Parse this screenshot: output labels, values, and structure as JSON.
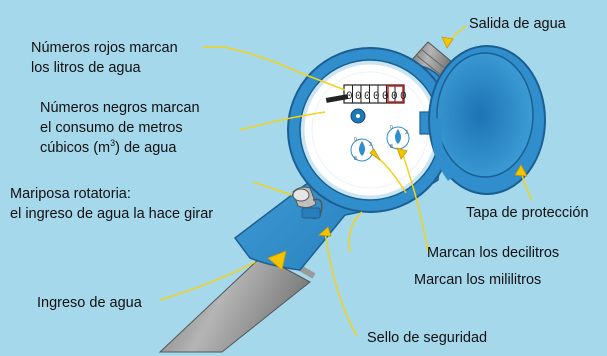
{
  "diagram": {
    "labels": {
      "red_numbers": [
        "Números rojos marcan",
        "los litros de agua"
      ],
      "black_numbers": [
        "Números negros marcan",
        "el consumo de metros",
        "cúbicos (m",
        "3",
        ") de agua"
      ],
      "butterfly": [
        "Mariposa rotatoria:",
        "el ingreso de agua la hace girar"
      ],
      "water_inlet": "Ingreso de agua",
      "water_outlet": "Salida de agua",
      "cover": "Tapa de protección",
      "deciliters": "Marcan los decilitros",
      "milliliters": "Marcan los mililitros",
      "seal": "Sello de seguridad"
    },
    "counter_digits": "0000000"
  },
  "colors": {
    "background": "#a6d8ec",
    "meter_body": "#2f8ecb",
    "pipe": "#8c8c8c",
    "leader_lines": "#f2d21a",
    "arrowheads": "#f5c400",
    "dial_face": "#ffffff"
  }
}
